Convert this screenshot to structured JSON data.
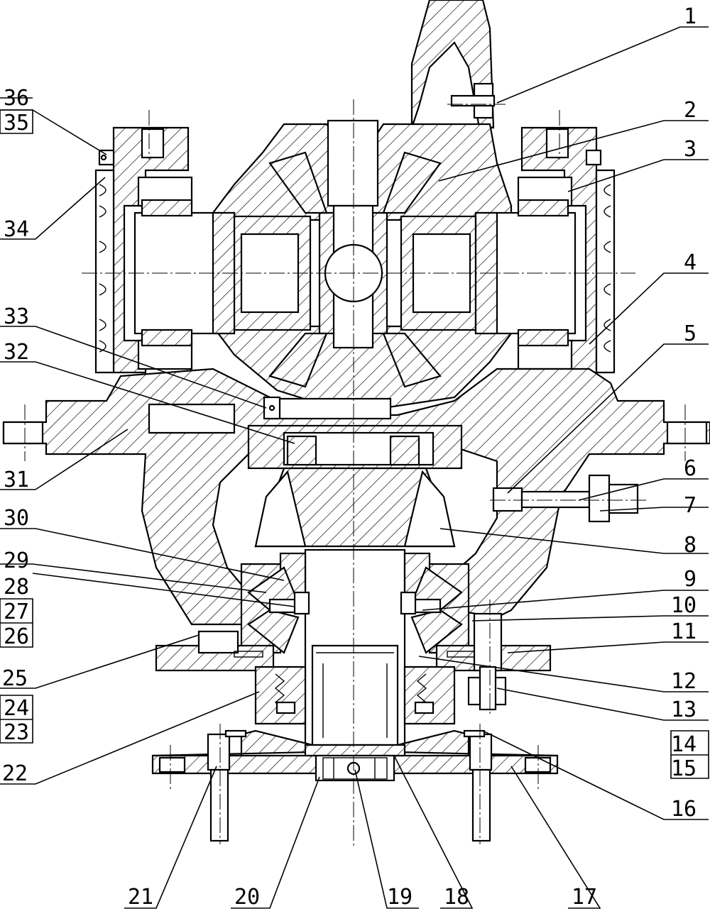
{
  "callouts": {
    "right": [
      "1",
      "2",
      "3",
      "4",
      "5",
      "6",
      "7",
      "8",
      "9",
      "10",
      "11",
      "12",
      "13",
      "14",
      "15",
      "16"
    ],
    "bottom": [
      "17",
      "18",
      "19",
      "20",
      "21"
    ],
    "left": [
      "22",
      "23",
      "24",
      "25",
      "26",
      "27",
      "28",
      "29",
      "30",
      "31",
      "32",
      "33",
      "34",
      "35",
      "36"
    ]
  }
}
